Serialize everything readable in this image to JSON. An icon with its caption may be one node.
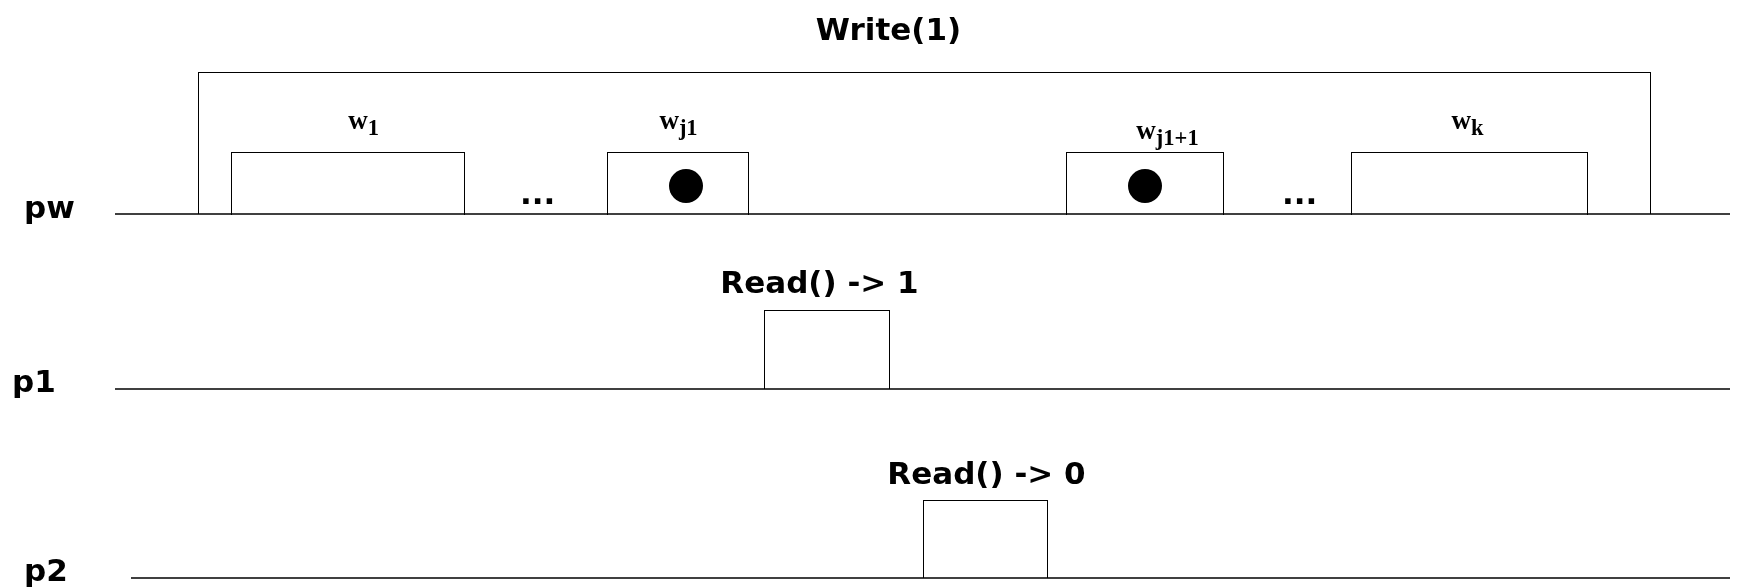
{
  "diagram": {
    "nodes": [
      {
        "text": [
          "Write(1)"
        ]
      },
      {
        "text": [
          "w$_{1}$"
        ],
        "in": 0
      },
      {
        "text": [
          "w$_{j1}$"
        ],
        "in": 0
      },
      {
        "text": [
          "w$_{j1+1}$"
        ],
        "in": 0
      },
      {
        "text": [
          "w$_{k}$"
        ],
        "in": 0
      },
      {
        "text": [
          "Read() -> 1"
        ]
      },
      {
        "text": [
          "Read() -> 0"
        ]
      }
    ],
    "labels": [
      "pw",
      "...",
      "...",
      "p1",
      "p2"
    ]
  }
}
